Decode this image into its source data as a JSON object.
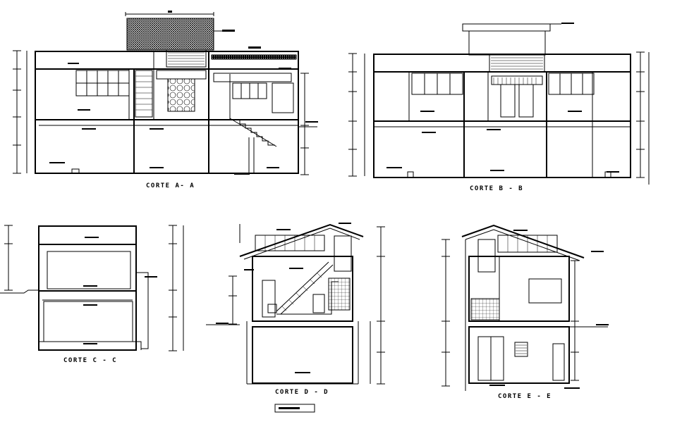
{
  "sheet": {
    "sections": [
      {
        "id": "a",
        "caption": "CORTE A- A"
      },
      {
        "id": "b",
        "caption": "CORTE B - B"
      },
      {
        "id": "c",
        "caption": "CORTE C - C"
      },
      {
        "id": "d",
        "caption": "CORTE D - D"
      },
      {
        "id": "e",
        "caption": "CORTE E - E"
      }
    ],
    "line_color": "#000000",
    "background": "#ffffff"
  }
}
